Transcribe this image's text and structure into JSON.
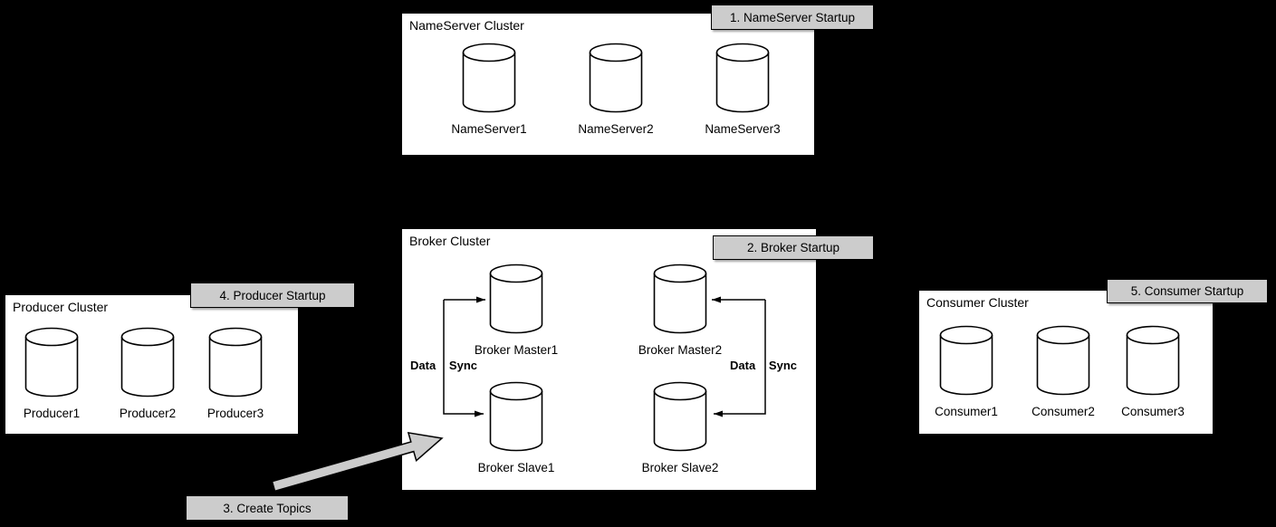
{
  "diagram": {
    "background": "#000000",
    "shape_fill": "#ffffff",
    "shape_stroke": "#000000",
    "callout_fill": "#cccccc"
  },
  "clusters": {
    "nameserver": {
      "title": "NameServer Cluster",
      "nodes": [
        {
          "label": "NameServer1"
        },
        {
          "label": "NameServer2"
        },
        {
          "label": "NameServer3"
        }
      ]
    },
    "broker": {
      "title": "Broker Cluster",
      "nodes": [
        {
          "label": "Broker Master1"
        },
        {
          "label": "Broker Master2"
        },
        {
          "label": "Broker Slave1"
        },
        {
          "label": "Broker Slave2"
        }
      ],
      "sync_left": {
        "left_word": "Data",
        "right_word": "Sync"
      },
      "sync_right": {
        "left_word": "Data",
        "right_word": "Sync"
      }
    },
    "producer": {
      "title": "Producer Cluster",
      "nodes": [
        {
          "label": "Producer1"
        },
        {
          "label": "Producer2"
        },
        {
          "label": "Producer3"
        }
      ]
    },
    "consumer": {
      "title": "Consumer Cluster",
      "nodes": [
        {
          "label": "Consumer1"
        },
        {
          "label": "Consumer2"
        },
        {
          "label": "Consumer3"
        }
      ]
    }
  },
  "callouts": {
    "nameserver_startup": "1. NameServer Startup",
    "broker_startup": "2. Broker Startup",
    "create_topics": "3. Create Topics",
    "producer_startup": "4. Producer Startup",
    "consumer_startup": "5. Consumer Startup"
  }
}
